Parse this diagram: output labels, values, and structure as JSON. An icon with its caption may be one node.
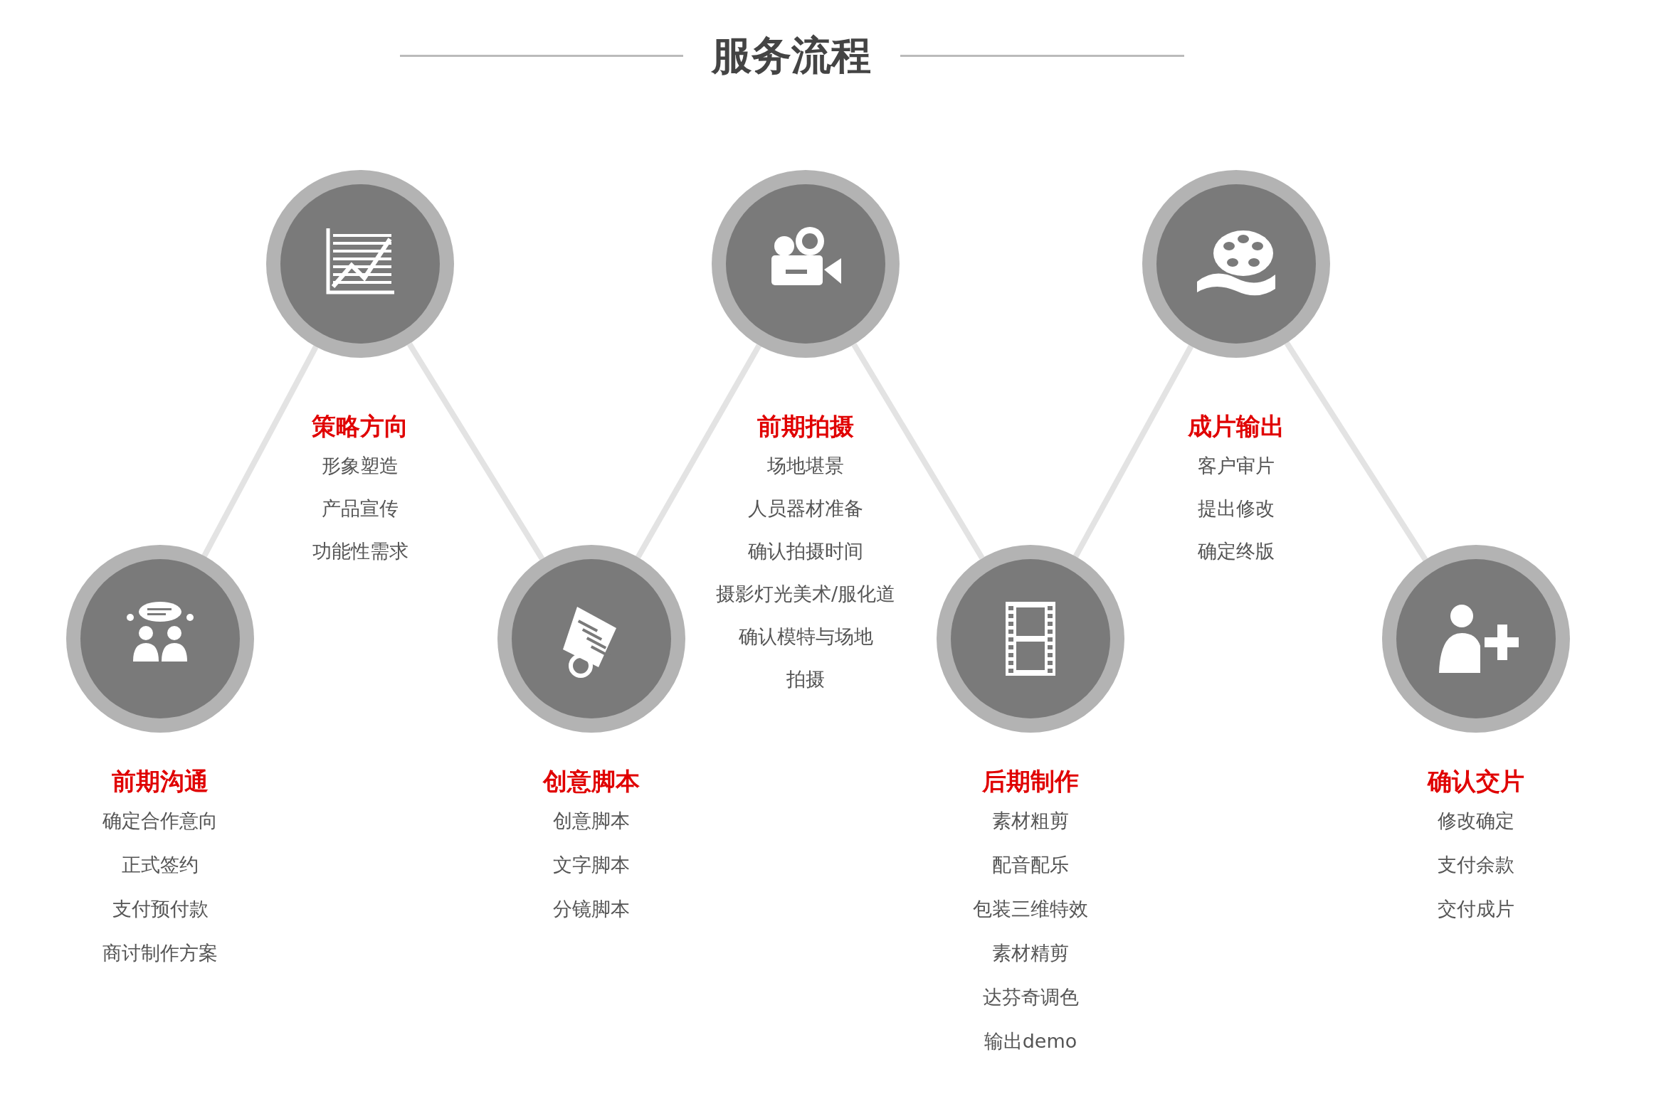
{
  "diagram": {
    "title": "服务流程",
    "nodes": [
      {
        "text": [
          "前期沟通"
        ],
        "beside": [
          "确定合作意向",
          "正式签约",
          "支付预付款",
          "商讨制作方案"
        ]
      },
      {
        "text": [
          "策略方向"
        ],
        "beside": [
          "形象塑造",
          "产品宣传",
          "功能性需求"
        ]
      },
      {
        "text": [
          "创意脚本"
        ],
        "beside": [
          "创意脚本",
          "文字脚本",
          "分镜脚本"
        ]
      },
      {
        "text": [
          "前期拍摄"
        ],
        "beside": [
          "场地堪景",
          "人员器材准备",
          "确认拍摄时间",
          "摄影灯光美术/服化道",
          "确认模特与场地",
          "拍摄"
        ]
      },
      {
        "text": [
          "后期制作"
        ],
        "beside": [
          "素材粗剪",
          "配音配乐",
          "包装三维特效",
          "素材精剪",
          "达芬奇调色",
          "输出demo"
        ]
      },
      {
        "text": [
          "成片输出"
        ],
        "beside": [
          "客户审片",
          "提出修改",
          "确定终版"
        ]
      },
      {
        "text": [
          "确认交片"
        ],
        "beside": [
          "修改确定",
          "支付余款",
          "交付成片"
        ]
      }
    ],
    "edges": [
      {
        "from": 0,
        "to": 1,
        "arrow": "none"
      },
      {
        "from": 1,
        "to": 2,
        "arrow": "none"
      },
      {
        "from": 2,
        "to": 3,
        "arrow": "none"
      },
      {
        "from": 3,
        "to": 4,
        "arrow": "none"
      },
      {
        "from": 4,
        "to": 5,
        "arrow": "none"
      },
      {
        "from": 5,
        "to": 6,
        "arrow": "none"
      }
    ]
  }
}
